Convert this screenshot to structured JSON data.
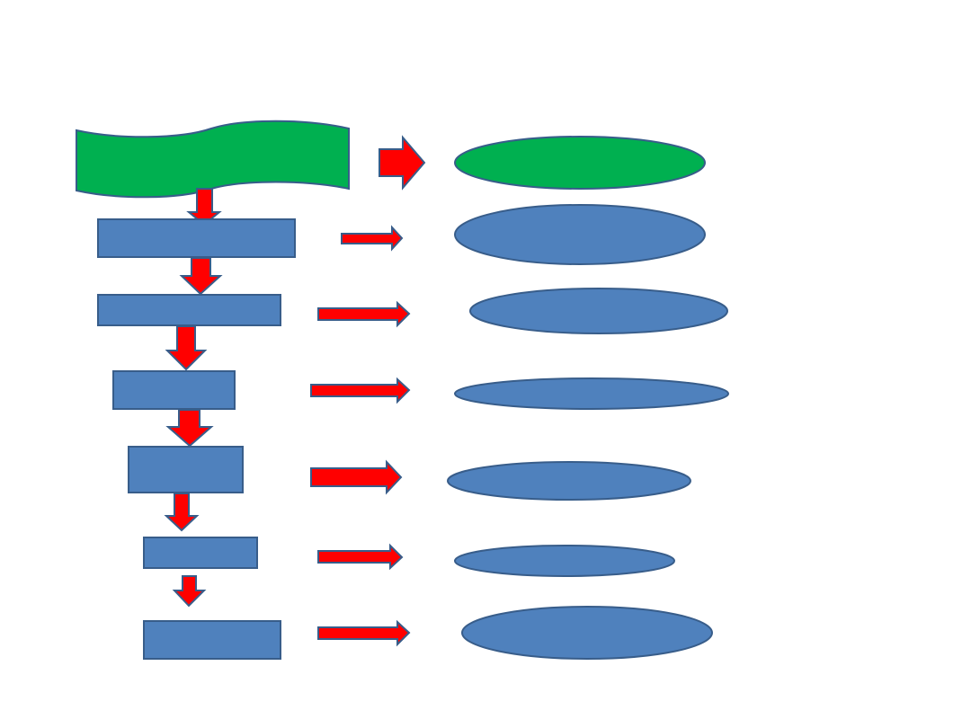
{
  "diagram": {
    "colors": {
      "start_fill": "#00b050",
      "box_fill": "#4f81bd",
      "ellipse_fill": "#4f81bd",
      "outline": "#385d8a",
      "arrow_fill": "#ff0000",
      "background": "#ffffff"
    },
    "start": {
      "label": "",
      "shape": "wave",
      "color": "green"
    },
    "start_result": {
      "label": "",
      "shape": "ellipse",
      "color": "green"
    },
    "steps": [
      {
        "label": "",
        "result": ""
      },
      {
        "label": "",
        "result": ""
      },
      {
        "label": "",
        "result": ""
      },
      {
        "label": "",
        "result": ""
      },
      {
        "label": "",
        "result": ""
      },
      {
        "label": "",
        "result": ""
      }
    ]
  }
}
